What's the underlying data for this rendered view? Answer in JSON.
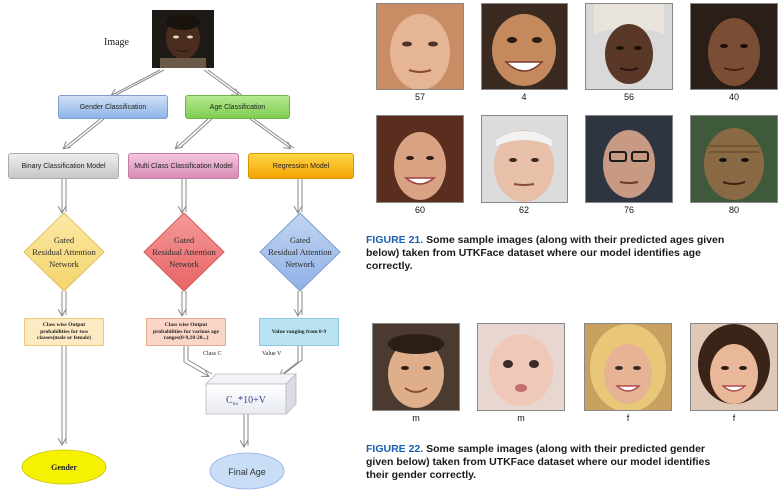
{
  "diagram": {
    "image_label": "Image",
    "gender_classification": "Gender Classification",
    "age_classification": "Age Classification",
    "binary_model": "Binary Classification Model",
    "multiclass_model": "Multi Class Classification Model",
    "regression_model": "Regression Model",
    "gran": [
      "Gated",
      "Residual Attention",
      "Network"
    ],
    "out_gender": "Class wise Output probabilities for two classes(male or female)",
    "out_age_class": "Class wise Output probabilities for various age ranges(0-9,10-20...)",
    "out_regression": "Value ranging from 0-9",
    "class_c": "Class C",
    "value_v": "Value V",
    "formula_base": "C",
    "formula_sub": "no",
    "formula_rest": "*10+V",
    "gender_final": "Gender",
    "age_final": "Final Age"
  },
  "colors": {
    "arrow": "#9a9a9a",
    "diamond_yellow": "#f7e08a",
    "diamond_red": "#ef7d7d",
    "diamond_blue": "#a9c0ea",
    "final_gender": "#f5f100",
    "final_age": "#c9ddf6",
    "caption_accent": "#1a5fb4"
  },
  "figure21": {
    "ages": [
      "57",
      "4",
      "56",
      "40",
      "60",
      "62",
      "76",
      "80"
    ],
    "label": "FIGURE 21.",
    "text_lines": [
      "Some sample images (along with their predicted ages given",
      "below) taken from UTKFace dataset where our model identifies age",
      "correctly."
    ]
  },
  "figure22": {
    "genders": [
      "m",
      "m",
      "f",
      "f"
    ],
    "label": "FIGURE 22.",
    "text_lines": [
      "Some sample images (along with their predicted gender",
      "given below) taken from UTKFace dataset where our model identifies",
      "their gender correctly."
    ]
  }
}
